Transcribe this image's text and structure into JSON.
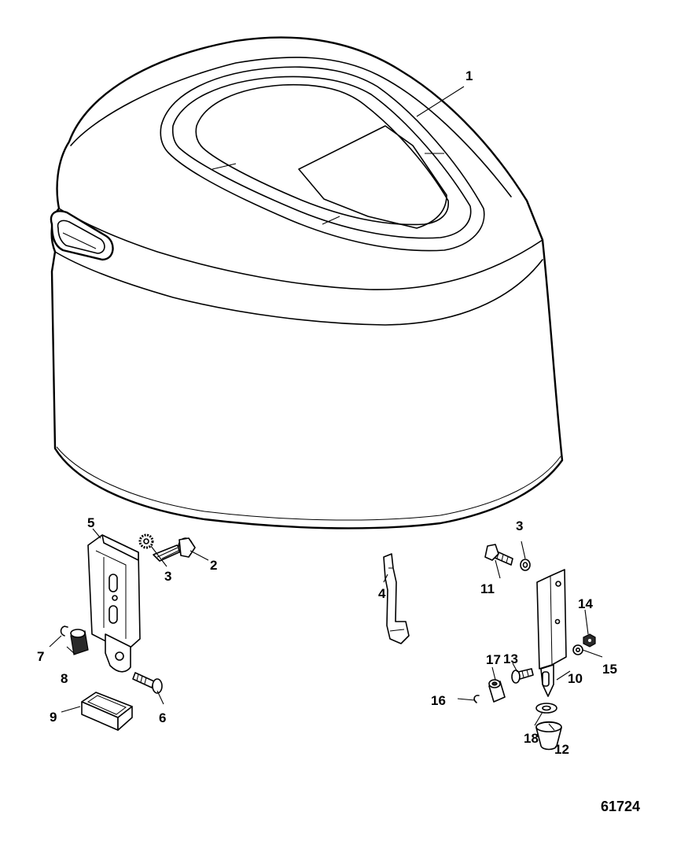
{
  "callouts": [
    {
      "id": "1",
      "text": "1"
    },
    {
      "id": "2",
      "text": "2"
    },
    {
      "id": "3a",
      "text": "3"
    },
    {
      "id": "3b",
      "text": "3"
    },
    {
      "id": "4",
      "text": "4"
    },
    {
      "id": "5",
      "text": "5"
    },
    {
      "id": "6",
      "text": "6"
    },
    {
      "id": "7",
      "text": "7"
    },
    {
      "id": "8",
      "text": "8"
    },
    {
      "id": "9",
      "text": "9"
    },
    {
      "id": "10",
      "text": "10"
    },
    {
      "id": "11",
      "text": "11"
    },
    {
      "id": "12",
      "text": "12"
    },
    {
      "id": "13",
      "text": "13"
    },
    {
      "id": "14",
      "text": "14"
    },
    {
      "id": "15",
      "text": "15"
    },
    {
      "id": "16",
      "text": "16"
    },
    {
      "id": "17",
      "text": "17"
    },
    {
      "id": "18",
      "text": "18"
    }
  ],
  "figure_number": "61724"
}
